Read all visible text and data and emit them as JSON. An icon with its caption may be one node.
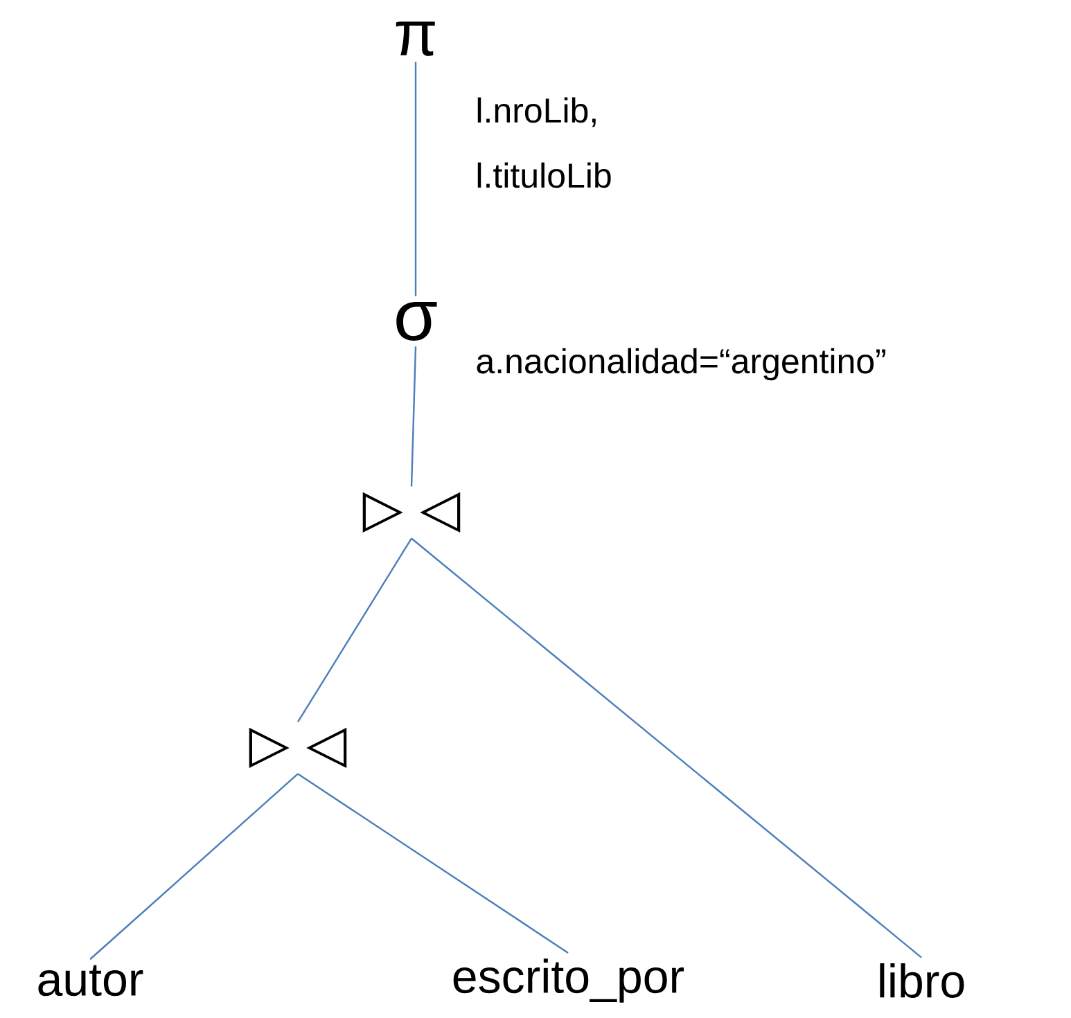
{
  "diagram": {
    "nodes": [
      {
        "text": [
          "π"
        ],
        "beside": [
          "l.nroLib, l.tituloLib"
        ]
      },
      {
        "text": [
          "σ"
        ],
        "beside": [
          "a.nacionalidad=“argentino”"
        ]
      },
      {
        "text": [
          "▷ ◁"
        ]
      },
      {
        "text": [
          "▷ ◁"
        ]
      },
      {
        "text": [
          "autor"
        ]
      },
      {
        "text": [
          "escrito_por"
        ]
      },
      {
        "text": [
          "libro"
        ]
      }
    ],
    "edges": [
      {
        "from": 0,
        "to": 1,
        "arrow": "none"
      },
      {
        "from": 1,
        "to": 2,
        "arrow": "none"
      },
      {
        "from": 2,
        "to": 3,
        "arrow": "none"
      },
      {
        "from": 2,
        "to": 6,
        "arrow": "none"
      },
      {
        "from": 3,
        "to": 4,
        "arrow": "none"
      },
      {
        "from": 3,
        "to": 5,
        "arrow": "none"
      }
    ]
  }
}
